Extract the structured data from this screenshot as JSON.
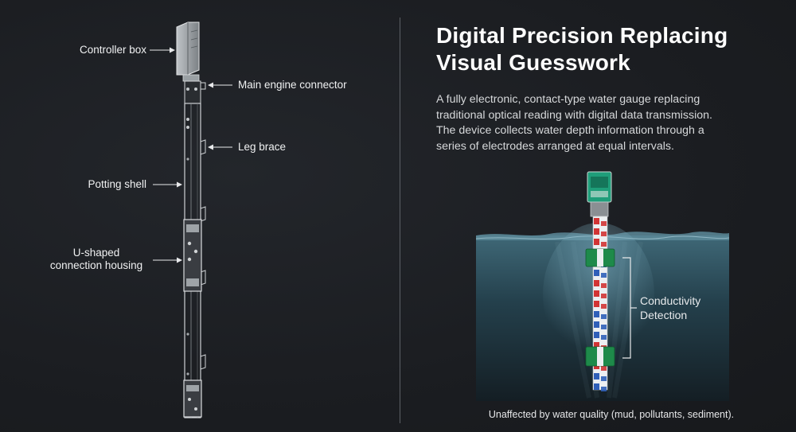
{
  "diagram": {
    "labels": {
      "controller_box": "Controller box",
      "main_engine_connector": "Main engine connector",
      "leg_brace": "Leg brace",
      "potting_shell": "Potting shell",
      "u_shaped_line1": "U-shaped",
      "u_shaped_line2": "connection housing"
    }
  },
  "right": {
    "title_line1": "Digital Precision Replacing",
    "title_line2": "Visual Guesswork",
    "description_line1": "A fully electronic, contact-type water gauge replacing",
    "description_line2": "traditional optical reading with digital data transmission.",
    "description_line3": "The device collects water depth information through a",
    "description_line4": "series of electrodes arranged at equal intervals.",
    "conductivity_line1": "Conductivity",
    "conductivity_line2": "Detection",
    "caption": "Unaffected by water quality (mud, pollutants, sediment)."
  },
  "colors": {
    "background": "#1b1d21",
    "electrode_red": "#d23434",
    "electrode_blue": "#2f5fb8",
    "sensor_green": "#1e8a4a",
    "water": "#2a4b5a"
  }
}
